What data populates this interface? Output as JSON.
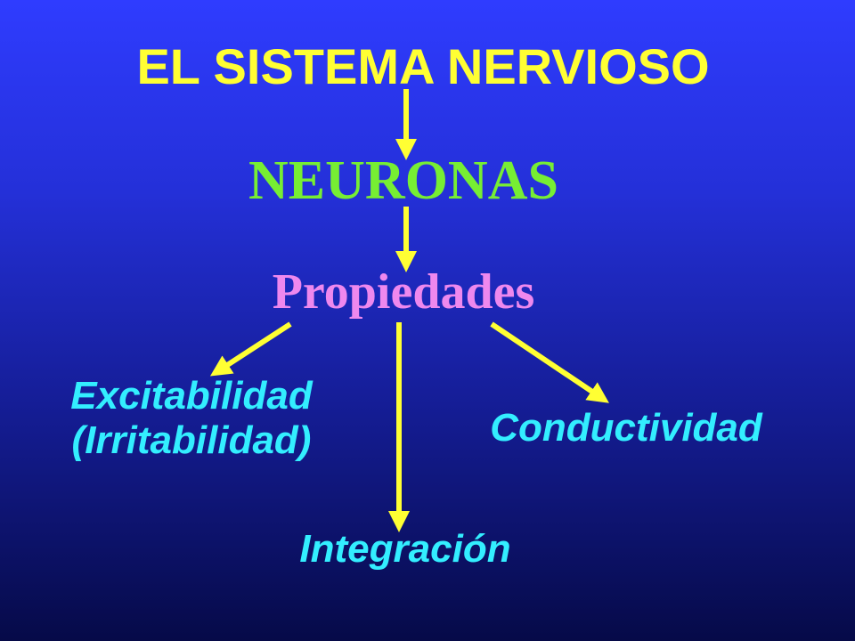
{
  "diagram": {
    "title": "EL SISTEMA NERVIOSO",
    "level1": "NEURONAS",
    "level2": "Propiedades",
    "properties": {
      "excitability_line1": "Excitabilidad",
      "excitability_line2": "(Irritabilidad)",
      "conductivity": "Conductividad",
      "integration": "Integración"
    },
    "colors": {
      "title": "#ffff33",
      "neuronas": "#77ee33",
      "propiedades": "#ee88ee",
      "properties": "#33eeff",
      "arrows": "#ffff33",
      "background_top": "#2f3cff",
      "background_bottom": "#060a48"
    }
  }
}
